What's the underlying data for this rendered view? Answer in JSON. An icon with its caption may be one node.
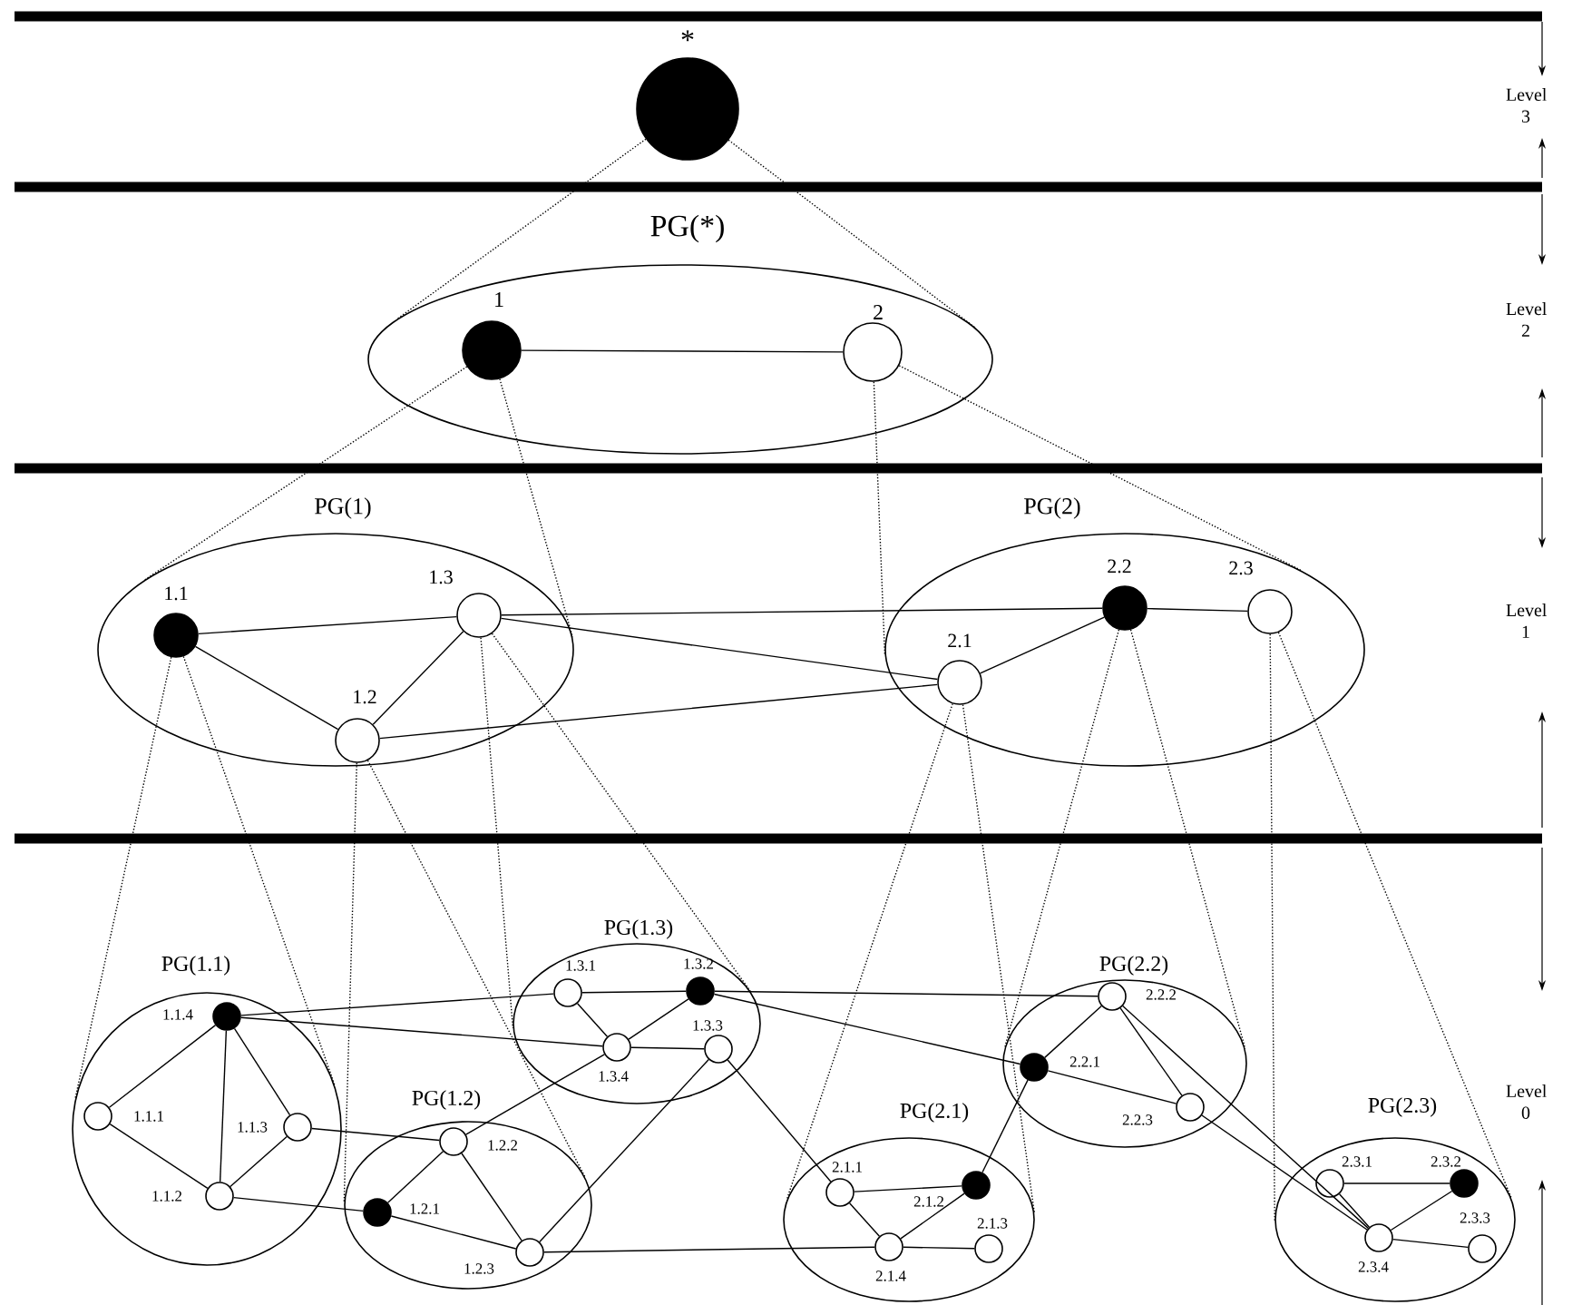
{
  "diagram": {
    "nodes": [
      {
        "text": [
          "*"
        ]
      },
      {
        "text": [
          "PG(*)"
        ]
      },
      {
        "text": [
          "1"
        ],
        "in": 1
      },
      {
        "text": [
          "2"
        ],
        "in": 1
      },
      {
        "text": [
          "PG(1)"
        ]
      },
      {
        "text": [
          "1.1"
        ],
        "in": 4
      },
      {
        "text": [
          "1.2"
        ],
        "in": 4
      },
      {
        "text": [
          "1.3"
        ],
        "in": 4
      },
      {
        "text": [
          "PG(2)"
        ]
      },
      {
        "text": [
          "2.1"
        ],
        "in": 8
      },
      {
        "text": [
          "2.2"
        ],
        "in": 8
      },
      {
        "text": [
          "2.3"
        ],
        "in": 8
      },
      {
        "text": [
          "PG(1.1)"
        ]
      },
      {
        "text": [
          "1.1.1"
        ],
        "in": 12
      },
      {
        "text": [
          "1.1.2"
        ],
        "in": 12
      },
      {
        "text": [
          "1.1.3"
        ],
        "in": 12
      },
      {
        "text": [
          "1.1.4"
        ],
        "in": 12
      },
      {
        "text": [
          "PG(1.2)"
        ]
      },
      {
        "text": [
          "1.2.1"
        ],
        "in": 17
      },
      {
        "text": [
          "1.2.2"
        ],
        "in": 17
      },
      {
        "text": [
          "1.2.3"
        ],
        "in": 17
      },
      {
        "text": [
          "PG(1.3)"
        ]
      },
      {
        "text": [
          "1.3.1"
        ],
        "in": 21
      },
      {
        "text": [
          "1.3.2"
        ],
        "in": 21
      },
      {
        "text": [
          "1.3.3"
        ],
        "in": 21
      },
      {
        "text": [
          "1.3.4"
        ],
        "in": 21
      },
      {
        "text": [
          "PG(2.1)"
        ]
      },
      {
        "text": [
          "2.1.1"
        ],
        "in": 26
      },
      {
        "text": [
          "2.1.2"
        ],
        "in": 26
      },
      {
        "text": [
          "2.1.3"
        ],
        "in": 26
      },
      {
        "text": [
          "2.1.4"
        ],
        "in": 26
      },
      {
        "text": [
          "PG(2.2)"
        ]
      },
      {
        "text": [
          "2.2.1"
        ],
        "in": 31
      },
      {
        "text": [
          "2.2.2"
        ],
        "in": 31
      },
      {
        "text": [
          "2.2.3"
        ],
        "in": 31
      },
      {
        "text": [
          "PG(2.3)"
        ]
      },
      {
        "text": [
          "2.3.1"
        ],
        "in": 35
      },
      {
        "text": [
          "2.3.2"
        ],
        "in": 35
      },
      {
        "text": [
          "2.3.3"
        ],
        "in": 35
      },
      {
        "text": [
          "2.3.4"
        ],
        "in": 35
      }
    ],
    "edges": [
      {
        "from": 0,
        "to": 1,
        "arrow": "none",
        "style": "dashed"
      },
      {
        "from": 0,
        "to": 1,
        "arrow": "none",
        "style": "dashed"
      },
      {
        "from": 2,
        "to": 4,
        "arrow": "none",
        "style": "dashed"
      },
      {
        "from": 2,
        "to": 4,
        "arrow": "none",
        "style": "dashed"
      },
      {
        "from": 3,
        "to": 8,
        "arrow": "none",
        "style": "dashed"
      },
      {
        "from": 3,
        "to": 8,
        "arrow": "none",
        "style": "dashed"
      },
      {
        "from": 5,
        "to": 12,
        "arrow": "none",
        "style": "dashed"
      },
      {
        "from": 5,
        "to": 12,
        "arrow": "none",
        "style": "dashed"
      },
      {
        "from": 6,
        "to": 17,
        "arrow": "none",
        "style": "dashed"
      },
      {
        "from": 6,
        "to": 17,
        "arrow": "none",
        "style": "dashed"
      },
      {
        "from": 7,
        "to": 21,
        "arrow": "none",
        "style": "dashed"
      },
      {
        "from": 7,
        "to": 21,
        "arrow": "none",
        "style": "dashed"
      },
      {
        "from": 9,
        "to": 26,
        "arrow": "none",
        "style": "dashed"
      },
      {
        "from": 9,
        "to": 26,
        "arrow": "none",
        "style": "dashed"
      },
      {
        "from": 10,
        "to": 31,
        "arrow": "none",
        "style": "dashed"
      },
      {
        "from": 10,
        "to": 31,
        "arrow": "none",
        "style": "dashed"
      },
      {
        "from": 11,
        "to": 35,
        "arrow": "none",
        "style": "dashed"
      },
      {
        "from": 11,
        "to": 35,
        "arrow": "none",
        "style": "dashed"
      },
      {
        "from": 2,
        "to": 3,
        "arrow": "none"
      },
      {
        "from": 5,
        "to": 7,
        "arrow": "none"
      },
      {
        "from": 5,
        "to": 6,
        "arrow": "none"
      },
      {
        "from": 6,
        "to": 7,
        "arrow": "none"
      },
      {
        "from": 7,
        "to": 10,
        "arrow": "none"
      },
      {
        "from": 7,
        "to": 9,
        "arrow": "none"
      },
      {
        "from": 6,
        "to": 9,
        "arrow": "none"
      },
      {
        "from": 9,
        "to": 10,
        "arrow": "none"
      },
      {
        "from": 10,
        "to": 11,
        "arrow": "none"
      },
      {
        "from": 16,
        "to": 13,
        "arrow": "none"
      },
      {
        "from": 16,
        "to": 14,
        "arrow": "none"
      },
      {
        "from": 16,
        "to": 15,
        "arrow": "none"
      },
      {
        "from": 13,
        "to": 14,
        "arrow": "none"
      },
      {
        "from": 14,
        "to": 15,
        "arrow": "none"
      },
      {
        "from": 19,
        "to": 18,
        "arrow": "none"
      },
      {
        "from": 19,
        "to": 20,
        "arrow": "none"
      },
      {
        "from": 18,
        "to": 20,
        "arrow": "none"
      },
      {
        "from": 22,
        "to": 23,
        "arrow": "none"
      },
      {
        "from": 22,
        "to": 25,
        "arrow": "none"
      },
      {
        "from": 25,
        "to": 23,
        "arrow": "none"
      },
      {
        "from": 25,
        "to": 24,
        "arrow": "none"
      },
      {
        "from": 27,
        "to": 28,
        "arrow": "none"
      },
      {
        "from": 27,
        "to": 30,
        "arrow": "none"
      },
      {
        "from": 30,
        "to": 28,
        "arrow": "none"
      },
      {
        "from": 30,
        "to": 29,
        "arrow": "none"
      },
      {
        "from": 33,
        "to": 32,
        "arrow": "none"
      },
      {
        "from": 33,
        "to": 34,
        "arrow": "none"
      },
      {
        "from": 32,
        "to": 34,
        "arrow": "none"
      },
      {
        "from": 36,
        "to": 37,
        "arrow": "none"
      },
      {
        "from": 36,
        "to": 39,
        "arrow": "none"
      },
      {
        "from": 39,
        "to": 37,
        "arrow": "none"
      },
      {
        "from": 39,
        "to": 38,
        "arrow": "none"
      },
      {
        "from": 16,
        "to": 22,
        "arrow": "none"
      },
      {
        "from": 16,
        "to": 25,
        "arrow": "none"
      },
      {
        "from": 15,
        "to": 19,
        "arrow": "none"
      },
      {
        "from": 14,
        "to": 18,
        "arrow": "none"
      },
      {
        "from": 19,
        "to": 25,
        "arrow": "none"
      },
      {
        "from": 20,
        "to": 24,
        "arrow": "none"
      },
      {
        "from": 20,
        "to": 30,
        "arrow": "none"
      },
      {
        "from": 24,
        "to": 27,
        "arrow": "none"
      },
      {
        "from": 23,
        "to": 33,
        "arrow": "none"
      },
      {
        "from": 23,
        "to": 32,
        "arrow": "none"
      },
      {
        "from": 28,
        "to": 32,
        "arrow": "none"
      },
      {
        "from": 33,
        "to": 39,
        "arrow": "none"
      },
      {
        "from": 34,
        "to": 39,
        "arrow": "none"
      }
    ],
    "labels": [
      "Level 3",
      "Level 2",
      "Level 1",
      "Level 0"
    ]
  }
}
